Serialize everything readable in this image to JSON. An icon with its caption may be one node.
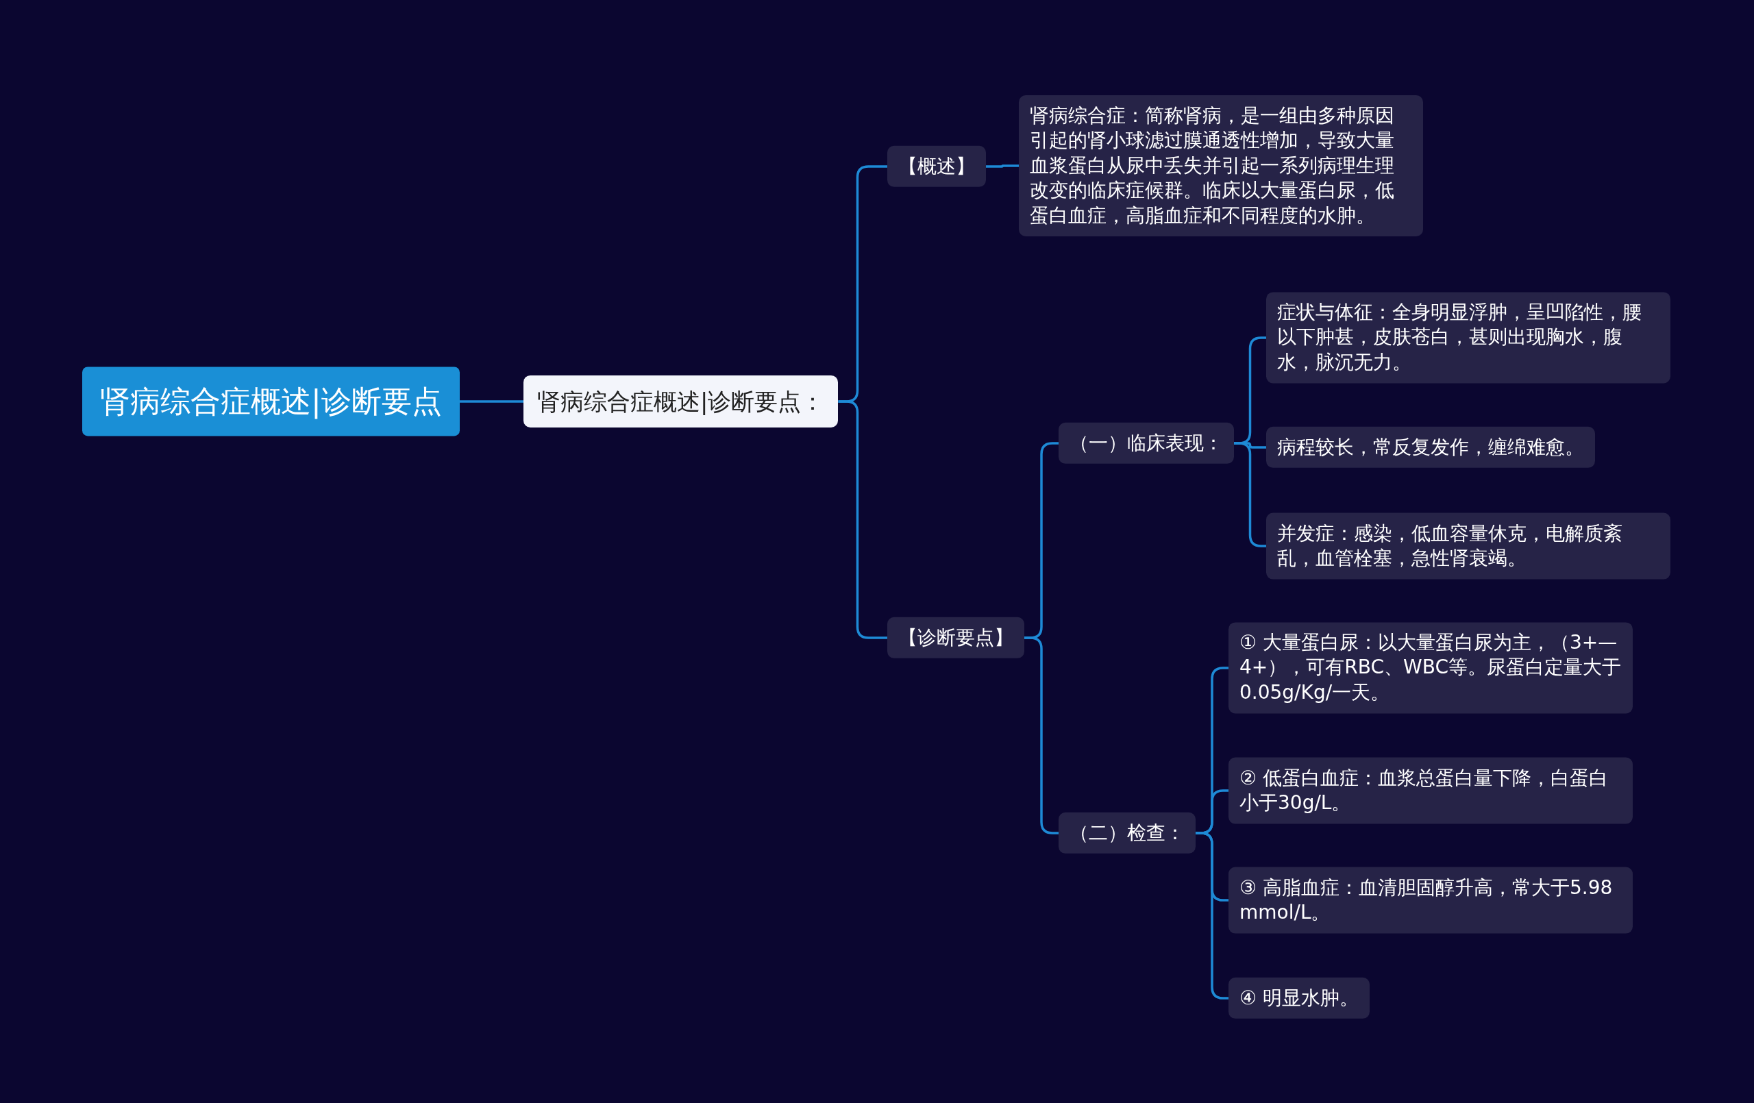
{
  "diagram": {
    "nodes": [
      {
        "text": [
          "肾病综合症概述|诊断要点"
        ]
      },
      {
        "text": [
          "肾病综合症概述|诊断要点："
        ]
      },
      {
        "text": [
          "【概述】"
        ]
      },
      {
        "text": [
          "肾病综合症：简称肾病，是一组由多种原因引起的肾小球滤过膜通透性增加，导致大量血浆蛋白从尿中丢失并引起一系列病理生理改变的临床症候群。临床以大量蛋白尿，低蛋白血症，高脂血症和不同程度的水肿。"
        ]
      },
      {
        "text": [
          "【诊断要点】"
        ]
      },
      {
        "text": [
          "（一）临床表现："
        ]
      },
      {
        "text": [
          "症状与体征：全身明显浮肿，呈凹陷性，腰以下肿甚，皮肤苍白，甚则出现胸水，腹水，脉沉无力。"
        ]
      },
      {
        "text": [
          "病程较长，常反复发作，缠绵难愈。"
        ]
      },
      {
        "text": [
          "并发症：感染，低血容量休克，电解质紊乱，血管栓塞，急性肾衰竭。"
        ]
      },
      {
        "text": [
          "（二）检查："
        ]
      },
      {
        "text": [
          "① 大量蛋白尿：以大量蛋白尿为主，（3+—4+），可有RBC、WBC等。尿蛋白定量大于0.05g/Kg/一天。"
        ]
      },
      {
        "text": [
          "② 低蛋白血症：血浆总蛋白量下降，白蛋白小于30g/L。"
        ]
      },
      {
        "text": [
          "③ 高脂血症：血清胆固醇升高，常大于5.98 mmol/L。"
        ]
      },
      {
        "text": [
          "④ 明显水肿。"
        ]
      }
    ],
    "edges": [
      {
        "from": 0,
        "to": 1,
        "arrow": "none"
      },
      {
        "from": 1,
        "to": 2,
        "arrow": "none"
      },
      {
        "from": 1,
        "to": 4,
        "arrow": "none"
      },
      {
        "from": 2,
        "to": 3,
        "arrow": "none"
      },
      {
        "from": 4,
        "to": 5,
        "arrow": "none"
      },
      {
        "from": 4,
        "to": 9,
        "arrow": "none"
      },
      {
        "from": 5,
        "to": 6,
        "arrow": "none"
      },
      {
        "from": 5,
        "to": 7,
        "arrow": "none"
      },
      {
        "from": 5,
        "to": 8,
        "arrow": "none"
      },
      {
        "from": 9,
        "to": 10,
        "arrow": "none"
      },
      {
        "from": 9,
        "to": 11,
        "arrow": "none"
      },
      {
        "from": 9,
        "to": 12,
        "arrow": "none"
      },
      {
        "from": 9,
        "to": 13,
        "arrow": "none"
      }
    ]
  }
}
